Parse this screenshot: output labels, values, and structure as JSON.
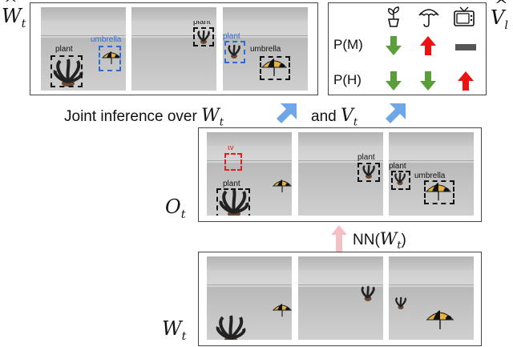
{
  "top_label": {
    "hat": "^",
    "main": "W",
    "sub": "t"
  },
  "middle_label": {
    "main": "O",
    "sub": "t"
  },
  "bottom_label": {
    "main": "W",
    "sub": "t"
  },
  "vl_label": {
    "hat": "^",
    "main": "V",
    "sub": "l"
  },
  "joint_text": {
    "before": "Joint inference over",
    "var1": "W",
    "var1_sub": "t",
    "between": "and",
    "var2": "V",
    "var2_sub": "t"
  },
  "nn_text": {
    "prefix": "NN(",
    "var": "W",
    "sub": "t",
    "suffix": ")"
  },
  "detections": {
    "top_plant_1": "plant",
    "top_umbrella_1": "umbrella",
    "top_plant_2": "plant",
    "top_plant_3": "plant",
    "top_umbrella_3": "umbrella",
    "mid_tv_1": "tv",
    "mid_plant_1": "plant",
    "mid_plant_2": "plant",
    "mid_plant_3": "plant",
    "mid_umbrella_3": "umbrella"
  },
  "table": {
    "icons": [
      "plant-icon",
      "umbrella-icon",
      "tv-icon"
    ],
    "rows": [
      {
        "label": "P(M)",
        "cells": [
          "down-green",
          "up-red",
          "flat-gray"
        ]
      },
      {
        "label": "P(H)",
        "cells": [
          "down-green",
          "down-green",
          "up-red"
        ]
      }
    ]
  },
  "colors": {
    "detection_blue": "#2f6bd6",
    "detection_red": "#e02020",
    "arrow_green": "#5a9e3c",
    "arrow_red": "#ee1111",
    "arrow_gray": "#555555",
    "arrow_blue": "#6fa6e6",
    "arrow_pink": "#f4c0c4"
  }
}
